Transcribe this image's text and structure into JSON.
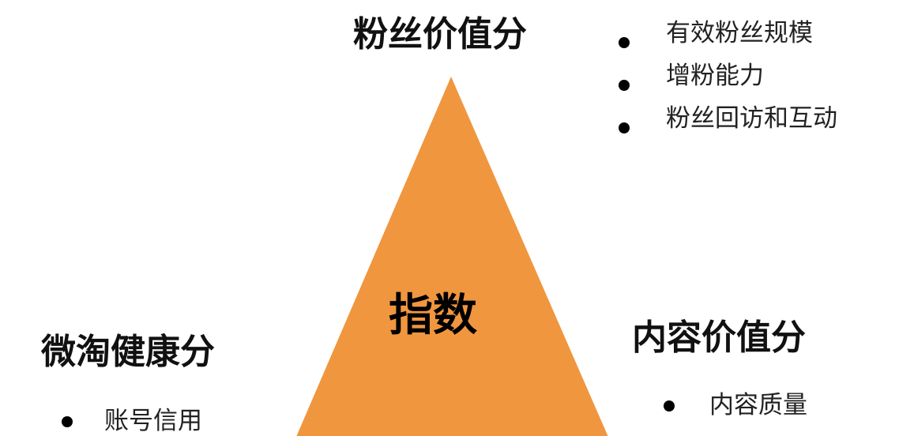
{
  "diagram": {
    "type": "triangle-index",
    "triangle_color": "#F0963F",
    "center_label": "指数",
    "top": {
      "heading": "粉丝价值分",
      "items": [
        "有效粉丝规模",
        "增粉能力",
        "粉丝回访和互动"
      ]
    },
    "left": {
      "heading": "微淘健康分",
      "items": [
        "账号信用"
      ]
    },
    "right": {
      "heading": "内容价值分",
      "items": [
        "内容质量"
      ]
    }
  }
}
